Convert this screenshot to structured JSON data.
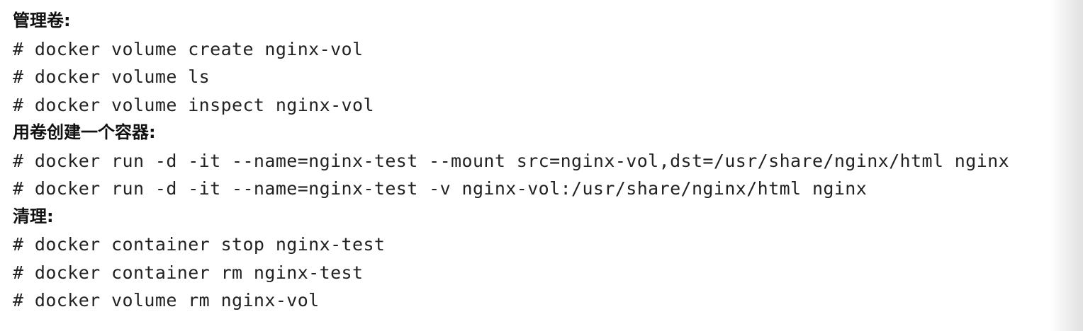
{
  "sections": [
    {
      "heading": "管理卷:",
      "commands": [
        "# docker volume create nginx-vol",
        "# docker volume ls",
        "# docker volume inspect nginx-vol"
      ]
    },
    {
      "heading": "用卷创建一个容器:",
      "commands": [
        "# docker run -d -it --name=nginx-test --mount src=nginx-vol,dst=/usr/share/nginx/html nginx",
        "# docker run -d -it --name=nginx-test -v nginx-vol:/usr/share/nginx/html nginx"
      ]
    },
    {
      "heading": "清理:",
      "commands": [
        "# docker container stop nginx-test",
        "# docker container rm nginx-test",
        "# docker volume rm nginx-vol"
      ]
    }
  ]
}
